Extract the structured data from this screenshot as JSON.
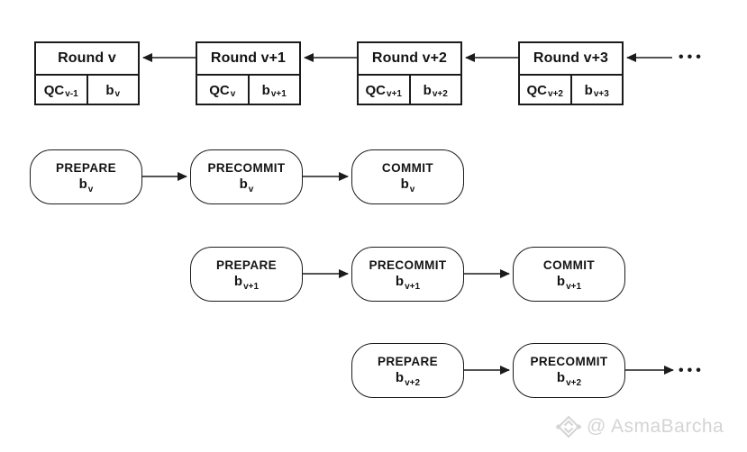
{
  "chain": {
    "rounds": [
      {
        "title": "Round v",
        "qc": "QC",
        "qc_sub": "v-1",
        "block": "b",
        "block_sub": "v"
      },
      {
        "title": "Round v+1",
        "qc": "QC",
        "qc_sub": "v",
        "block": "b",
        "block_sub": "v+1"
      },
      {
        "title": "Round v+2",
        "qc": "QC",
        "qc_sub": "v+1",
        "block": "b",
        "block_sub": "v+2"
      },
      {
        "title": "Round v+3",
        "qc": "QC",
        "qc_sub": "v+2",
        "block": "b",
        "block_sub": "v+3"
      }
    ],
    "ellipsis": "•••"
  },
  "pipeline": {
    "rows": [
      {
        "phases": [
          {
            "label": "PREPARE",
            "block": "b",
            "sub": "v"
          },
          {
            "label": "PRECOMMIT",
            "block": "b",
            "sub": "v"
          },
          {
            "label": "COMMIT",
            "block": "b",
            "sub": "v"
          }
        ]
      },
      {
        "phases": [
          {
            "label": "PREPARE",
            "block": "b",
            "sub": "v+1"
          },
          {
            "label": "PRECOMMIT",
            "block": "b",
            "sub": "v+1"
          },
          {
            "label": "COMMIT",
            "block": "b",
            "sub": "v+1"
          }
        ]
      },
      {
        "phases": [
          {
            "label": "PREPARE",
            "block": "b",
            "sub": "v+2"
          },
          {
            "label": "PRECOMMIT",
            "block": "b",
            "sub": "v+2"
          }
        ],
        "ellipsis": "•••"
      }
    ]
  },
  "watermark": {
    "text": "@ AsmaBarcha",
    "icon": "diamond-logo"
  },
  "colors": {
    "stroke": "#1b1b1b",
    "background": "#ffffff",
    "watermark": "#d4d4d4"
  }
}
